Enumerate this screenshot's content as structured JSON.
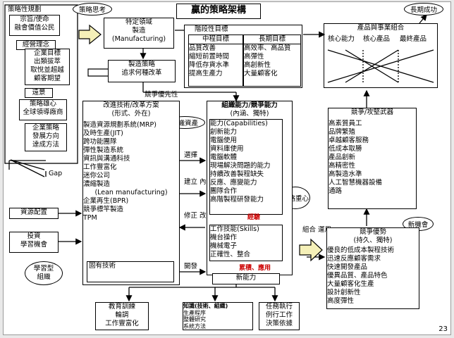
{
  "title": "贏的策略架構",
  "page_number": "23",
  "ovals": {
    "strategic_thinking": "策略思考",
    "long_term_success": "長期成功",
    "org_assets": "組織資產",
    "strategy_focus": "策略重心",
    "new_opportunity": "新機會",
    "learning_org": [
      "學習型",
      "組織"
    ]
  },
  "strategic_planning": {
    "label": "策略性規劃",
    "mission": [
      "宗旨/使命",
      "融會價值公民"
    ],
    "philosophy": "經營理念",
    "goals": [
      "企業目標",
      "出類拔萃",
      "取悅並超越",
      "顧客期望"
    ],
    "vision": "遠景",
    "ambition": [
      "策略雄心",
      "全球領導廠商"
    ],
    "enterprise_strategy": [
      "企業策略",
      "發展方向",
      "達成方法"
    ],
    "gap": "Gap"
  },
  "specific_field": [
    "特定領域",
    "製造",
    "(Manufacturing)"
  ],
  "manufacturing_strategy": [
    "製造策略",
    "追求何種改革"
  ],
  "competitive_priority": "競爭優先性",
  "phased_goals": {
    "title": "階段性目標",
    "mid_header": "中程目標",
    "long_header": "長期目標",
    "mid": [
      "品質改善",
      "縮短前置時間",
      "降低存貨水準",
      "提高生產力"
    ],
    "long": [
      "高效率、高品質",
      "高彈性",
      "高創新性",
      "大量顧客化"
    ]
  },
  "products_business": {
    "title": "產品與事業組合",
    "headers": [
      "核心能力",
      "核心產品",
      "最終產品"
    ]
  },
  "improvement": {
    "title": [
      "改進技術/改革方案",
      "(形式、外在)"
    ],
    "items": [
      "製造資源規劃系統(MRP)",
      "及時生產(JIT)",
      "跨功能團隊",
      "彈性製造系統",
      "資訊與溝通科技",
      "工作豐富化",
      "迷你公司",
      "濃縮製造"
    ],
    "lean_heading": "(Lean manufacturing)",
    "lean_items": [
      "企業再生(BPR)",
      "競爭標竿製造",
      "TPM"
    ],
    "inherent": "固有技術"
  },
  "org_capability": {
    "title": [
      "組織能力/競爭能力",
      "(內涵、獨特)"
    ],
    "items": [
      "能力(Capabilities)",
      "創新能力",
      "電腦使用",
      "資料庫使用",
      "電腦軟體",
      "現場解決問題的能力",
      "持續改善製程缺失",
      "反應、應變能力",
      "團隊合作",
      "高階製程研發能力"
    ],
    "experience": "經驗",
    "skills_heading": "工作技能(Skills)",
    "skills": [
      "機台操作",
      "機械電子",
      "正確性、整合"
    ],
    "accumulate": "累積、應用",
    "new_capability": "新能力"
  },
  "flow_labels": {
    "select": "選擇",
    "internalize": [
      "建立",
      "內化"
    ],
    "revise": [
      "修正",
      "改良"
    ],
    "develop": "開發",
    "combine": [
      "組合",
      "運用"
    ]
  },
  "weapons": {
    "title": "競爭/攻堅武器",
    "items": [
      "高素質員工",
      "品牌繁殖",
      "卓越顧客服務",
      "低成本取勝",
      "產品創新",
      "高精密性",
      "高製造水準",
      "人工智慧機器設備",
      "通路"
    ]
  },
  "advantage": {
    "title": [
      "競爭優勢",
      "(持久、獨特)"
    ],
    "items": [
      "優良的低成本製程技術",
      "迅速反應顧客需求",
      "快速開發產品",
      "優異品質、產品特色",
      "大量顧客化生產",
      "設計創新性",
      "高度彈性"
    ]
  },
  "resources": {
    "allocation": "資源配置",
    "invest": [
      "投資",
      "學習機會"
    ]
  },
  "bottom": {
    "training": [
      "教育訓練",
      "輪調",
      "工作豐富化"
    ],
    "knowledge_title": "知識(技術、組織)",
    "knowledge": [
      "生產程序",
      "整體研究",
      "系統方法"
    ],
    "tasks": [
      "任務執行",
      "例行工作",
      "決策依據"
    ]
  },
  "colors": {
    "arrow_fill": "#f5f0b8",
    "accent_red": "#cc0000"
  }
}
